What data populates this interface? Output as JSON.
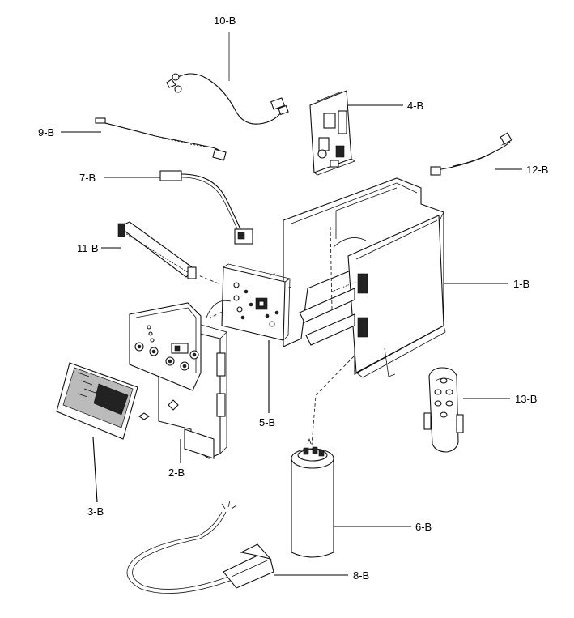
{
  "labels": {
    "p1": "1-B",
    "p2": "2-B",
    "p3": "3-B",
    "p4": "4-B",
    "p5": "5-B",
    "p6": "6-B",
    "p7": "7-B",
    "p8": "8-B",
    "p9": "9-B",
    "p10": "10-B",
    "p11": "11-B",
    "p12": "12-B",
    "p13": "13-B"
  }
}
